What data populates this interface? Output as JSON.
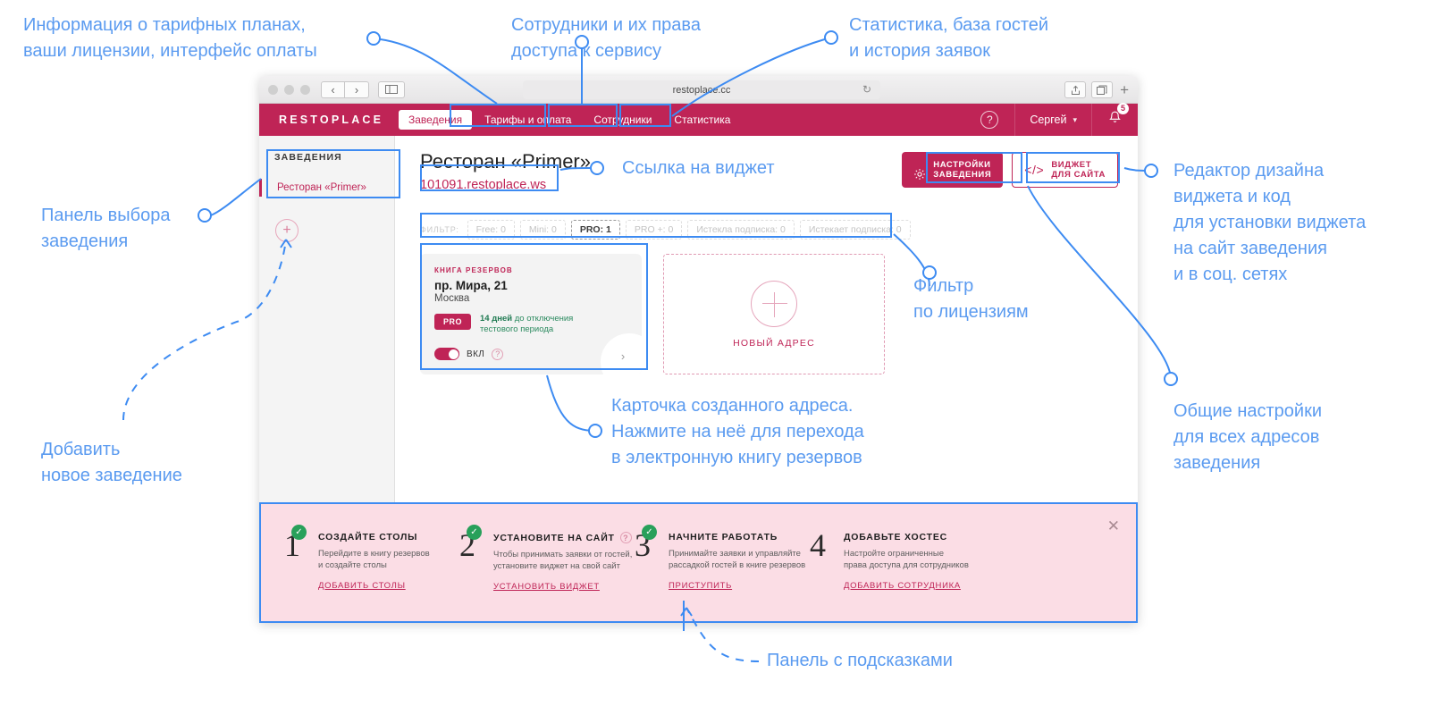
{
  "browser": {
    "url": "restoplace.cc",
    "reload_icon": "reload-icon",
    "back_icon": "‹",
    "forward_icon": "›",
    "sidebar_icon": "▯",
    "share_icon": "⇪",
    "tabs_icon": "❐",
    "newtab_icon": "+"
  },
  "app_header": {
    "logo": "RESTOPLACE",
    "nav": [
      {
        "label": "Заведения",
        "active": true
      },
      {
        "label": "Тарифы и оплата",
        "active": false
      },
      {
        "label": "Сотрудники",
        "active": false
      },
      {
        "label": "Статистика",
        "active": false
      }
    ],
    "help_icon": "?",
    "user_name": "Сергей",
    "caret": "▾",
    "bell_icon": "bell-icon",
    "notification_count": "5"
  },
  "sidebar": {
    "title": "ЗАВЕДЕНИЯ",
    "items": [
      {
        "label": "Ресторан «Primer»",
        "active": true
      }
    ],
    "add_icon": "+"
  },
  "main": {
    "page_title": "Ресторан «Primer»",
    "widget_link": "101091.restoplace.ws",
    "buttons": [
      {
        "icon": "gear-icon",
        "label": "НАСТРОЙКИ\nЗАВЕДЕНИЯ",
        "style": "solid"
      },
      {
        "icon": "code-icon",
        "label": "ВИДЖЕТ\nДЛЯ САЙТА",
        "style": "outline"
      }
    ],
    "filter": {
      "label": "ФИЛЬТР:",
      "chips": [
        {
          "label": "Free: 0",
          "active": false
        },
        {
          "label": "Mini: 0",
          "active": false
        },
        {
          "label": "PRO: 1",
          "active": true
        },
        {
          "label": "PRO +: 0",
          "active": false
        },
        {
          "label": "Истекла подписка: 0",
          "active": false
        },
        {
          "label": "Истекает подписка: 0",
          "active": false
        }
      ]
    },
    "address_card": {
      "kicker": "КНИГА РЕЗЕРВОВ",
      "address": "пр. Мира, 21",
      "city": "Москва",
      "plan_tag": "PRO",
      "note_bold": "14 дней",
      "note_rest": " до отключения\nтестового периода",
      "toggle_label": "ВКЛ",
      "toggle_on": true,
      "help_icon": "?",
      "arrow_icon": "›"
    },
    "new_card": {
      "plus_icon": "+",
      "label": "НОВЫЙ АДРЕС"
    }
  },
  "hints": {
    "close_icon": "✕",
    "items": [
      {
        "num": "1",
        "checked": true,
        "title": "СОЗДАЙТЕ СТОЛЫ",
        "has_help": false,
        "text": "Перейдите в книгу резервов\nи создайте столы",
        "link": "ДОБАВИТЬ СТОЛЫ"
      },
      {
        "num": "2",
        "checked": true,
        "title": "УСТАНОВИТЕ НА САЙТ",
        "has_help": true,
        "help_icon": "?",
        "text": "Чтобы принимать заявки от гостей,\nустановите виджет на свой сайт",
        "link": "УСТАНОВИТЬ ВИДЖЕТ"
      },
      {
        "num": "3",
        "checked": true,
        "title": "НАЧНИТЕ РАБОТАТЬ",
        "has_help": false,
        "text": "Принимайте заявки и управляйте\nрассадкой гостей в книге резервов",
        "link": "ПРИСТУПИТЬ"
      },
      {
        "num": "4",
        "checked": false,
        "title": "ДОБАВЬТЕ ХОСТЕС",
        "has_help": false,
        "text": "Настройте ограниченные\nправа доступа для сотрудников",
        "link": "ДОБАВИТЬ СОТРУДНИКА"
      }
    ]
  },
  "annotations": {
    "color": "#5b9bf0",
    "items": [
      {
        "id": "tariffs",
        "text": "Информация о тарифных планах,\nваши лицензии, интерфейс оплаты"
      },
      {
        "id": "staff",
        "text": "Сотрудники и их права\nдоступа к сервису"
      },
      {
        "id": "stats",
        "text": "Статистика, база гостей\nи история заявок"
      },
      {
        "id": "widget-link",
        "text": "Ссылка на виджет"
      },
      {
        "id": "widget-editor",
        "text": "Редактор дизайна\nвиджета и код\nдля установки виджета\nна сайт заведения\nи в соц. сетях"
      },
      {
        "id": "venue-panel",
        "text": "Панель выбора\nзаведения"
      },
      {
        "id": "add-venue",
        "text": "Добавить\nновое заведение"
      },
      {
        "id": "filter",
        "text": "Фильтр\nпо  лицензиям"
      },
      {
        "id": "general-settings",
        "text": "Общие настройки\nдля всех адресов\nзаведения"
      },
      {
        "id": "address-card",
        "text": "Карточка созданного адреса.\nНажмите на неё для перехода\nв электронную книгу резервов"
      },
      {
        "id": "hints-panel",
        "text": "Панель с подсказками"
      }
    ]
  }
}
